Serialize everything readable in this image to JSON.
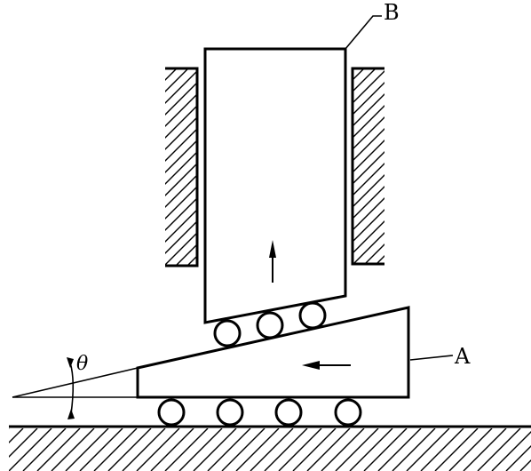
{
  "labels": {
    "block_b": "B",
    "wedge_a": "A",
    "angle": "θ"
  },
  "colors": {
    "ink": "#000000",
    "background": "#ffffff"
  }
}
